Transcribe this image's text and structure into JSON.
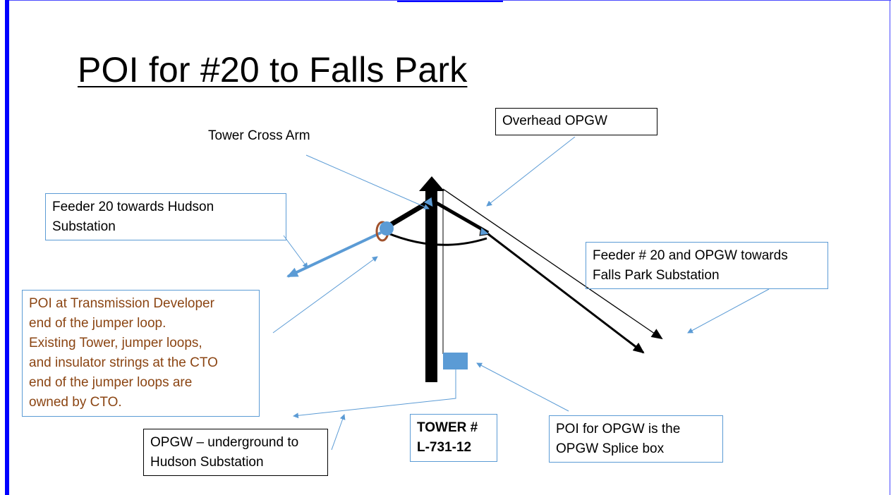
{
  "slide": {
    "title": "POI for #20 to Falls Park",
    "accent_color": "#0000ff"
  },
  "labels": {
    "tower_cross_arm": "Tower Cross Arm",
    "overhead_opgw": "Overhead OPGW",
    "feeder_hudson_line1": "Feeder 20 towards  Hudson",
    "feeder_hudson_line2": "Substation",
    "feeder_falls_line1": "Feeder #  20 and OPGW towards",
    "feeder_falls_line2": "Falls Park Substation",
    "poi_developer_lines": [
      "POI at Transmission Developer",
      "end of the jumper loop.",
      "Existing Tower, jumper loops,",
      "and insulator strings at the CTO",
      "end of the jumper loops are",
      "owned by CTO."
    ],
    "opgw_underground_line1": "OPGW – underground to",
    "opgw_underground_line2": "Hudson Substation",
    "tower_number_line1": "TOWER #",
    "tower_number_line2": "L-731-12",
    "poi_opgw_line1": "POI for OPGW is the",
    "poi_opgw_line2": "OPGW Splice box"
  },
  "colors": {
    "box_border": "#5b9bd5",
    "poi_text": "#8b4513",
    "splice_box": "#5b9bd5",
    "insulator": "#a0522d"
  }
}
